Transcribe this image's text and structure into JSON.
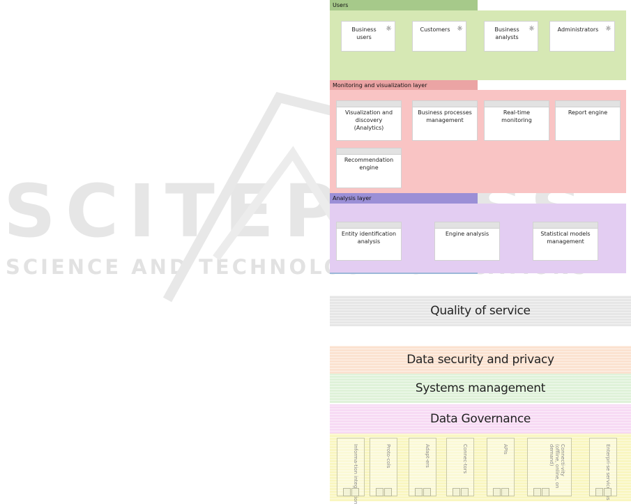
{
  "watermark": {
    "title": "SCITEPRESS",
    "subtitle": "SCIENCE AND TECHNOLOGY PUBLICATIONS"
  },
  "users_layer": {
    "label": "Users",
    "items": [
      "Business users",
      "Customers",
      "Business analysts",
      "Administrators"
    ]
  },
  "monitoring_layer": {
    "label": "Monitoring and visualization layer",
    "items": [
      "Visualization and discovery (Analytics)",
      "Business processes management",
      "Real-time monitoring",
      "Report engine",
      "Recommendation engine"
    ]
  },
  "analysis_layer": {
    "label": "Analysis layer",
    "items": [
      "Entity identification analysis",
      "Engine analysis",
      "Statistical models management"
    ]
  },
  "cross_cutting": {
    "quality": "Quality of service",
    "security": "Data security and privacy",
    "systems": "Systems management",
    "governance": "Data Governance"
  },
  "integration_columns": [
    "Informa-tion integra-tion",
    "Proto-cols",
    "Adapt-ers",
    "Connec-tors",
    "APIs",
    "Connecti-vity (offline, online, on demand)",
    "Enterpri-se service bus"
  ],
  "colors": {
    "users": "#d6e8b4",
    "users_tab": "#a6c98a",
    "monitoring": "#f9c4c4",
    "monitoring_tab": "#eba4a4",
    "analysis": "#e3cdf2",
    "analysis_tab": "#9b8fd6",
    "quality": "#e6e6e6",
    "security": "#fbe2d0",
    "systems": "#dff2d9",
    "governance": "#f7daf4",
    "integration": "#f9f6c0"
  }
}
